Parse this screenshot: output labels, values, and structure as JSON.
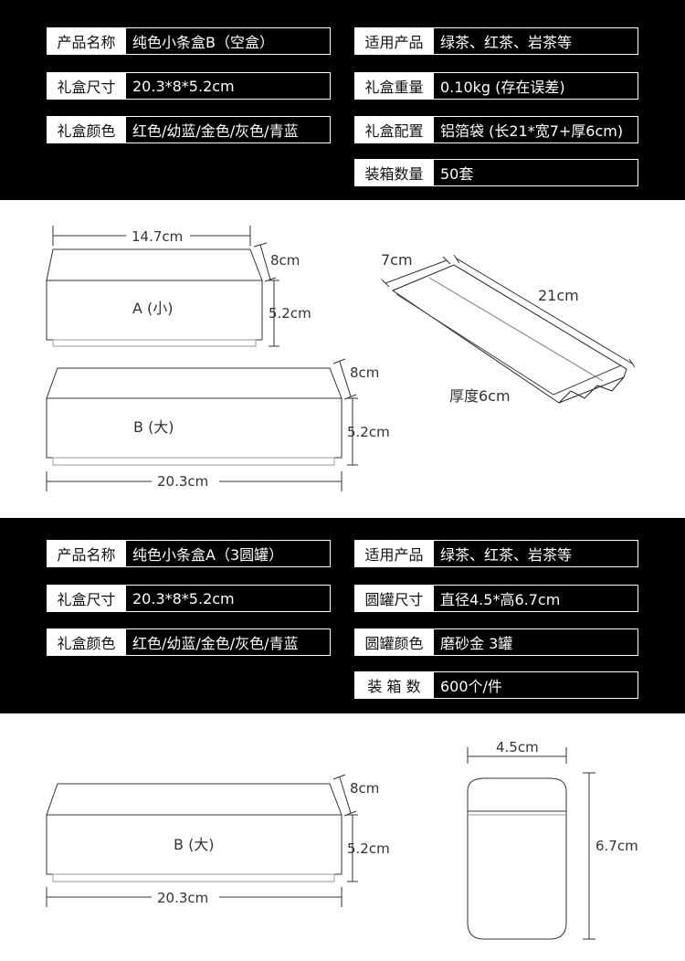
{
  "section_b_specs": {
    "left": [
      {
        "key": "产品名称",
        "value": "纯色小条盒B（空盒）"
      },
      {
        "key": "礼盒尺寸",
        "value": "20.3*8*5.2cm"
      },
      {
        "key": "礼盒颜色",
        "value": "红色/幼蓝/金色/灰色/青蓝"
      }
    ],
    "right": [
      {
        "key": "适用产品",
        "value": "绿茶、红茶、岩茶等"
      },
      {
        "key": "礼盒重量",
        "value": "0.10kg (存在误差)"
      },
      {
        "key": "礼盒配置",
        "value": "铝箔袋 (长21*宽7+厚6cm)"
      },
      {
        "key": "装箱数量",
        "value": "50套"
      }
    ]
  },
  "diagram_1": {
    "box_small": {
      "label": "A (小)",
      "width": "14.7cm",
      "depth": "8cm",
      "height": "5.2cm"
    },
    "box_large": {
      "label": "B (大)",
      "width": "20.3cm",
      "depth": "8cm",
      "height": "5.2cm"
    },
    "bag": {
      "width": "7cm",
      "length": "21cm",
      "thickness": "厚度6cm"
    }
  },
  "section_a_specs": {
    "left": [
      {
        "key": "产品名称",
        "value": "纯色小条盒A（3圆罐）"
      },
      {
        "key": "礼盒尺寸",
        "value": "20.3*8*5.2cm"
      },
      {
        "key": "礼盒颜色",
        "value": "红色/幼蓝/金色/灰色/青蓝"
      }
    ],
    "right": [
      {
        "key": "适用产品",
        "value": "绿茶、红茶、岩茶等"
      },
      {
        "key": "圆罐尺寸",
        "value": "直径4.5*高6.7cm"
      },
      {
        "key": "圆罐颜色",
        "value": "磨砂金 3罐"
      },
      {
        "key": "装 箱 数",
        "value": "600个/件"
      }
    ]
  },
  "diagram_2": {
    "box_large": {
      "label": "B (大)",
      "width": "20.3cm",
      "depth": "8cm",
      "height": "5.2cm"
    },
    "can": {
      "diameter": "4.5cm",
      "height": "6.7cm"
    }
  }
}
